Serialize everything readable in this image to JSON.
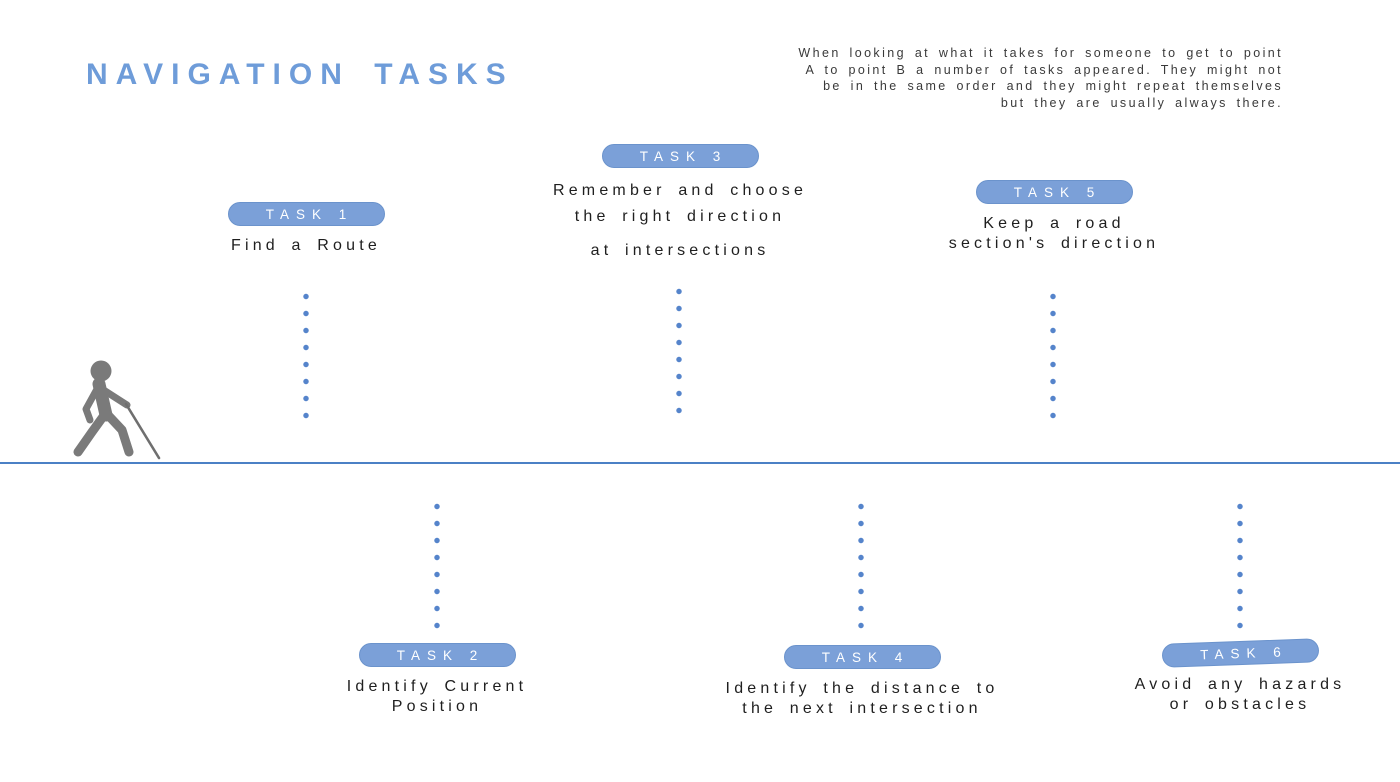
{
  "header": {
    "title": "NAVIGATION TASKS",
    "intro_lines": [
      "When looking at what it takes for someone to get to point",
      "A to point B a number of tasks appeared. They might not",
      "be in the same order and they might repeat themselves",
      "but they are usually always there."
    ]
  },
  "tasks": [
    {
      "label": "TASK 1",
      "lines": [
        "Find a Route"
      ]
    },
    {
      "label": "TASK 2",
      "lines": [
        "Identify Current",
        "Position"
      ]
    },
    {
      "label": "TASK 3",
      "lines": [
        "Remember and choose",
        "the right direction",
        "at intersections"
      ]
    },
    {
      "label": "TASK 4",
      "lines": [
        "Identify the distance to",
        "the next intersection"
      ]
    },
    {
      "label": "TASK 5",
      "lines": [
        "Keep a road",
        "section's direction"
      ]
    },
    {
      "label": "TASK 6",
      "lines": [
        "Avoid any hazards",
        "or obstacles"
      ]
    }
  ],
  "icons": {
    "person": "blind-pedestrian-with-cane-icon"
  },
  "colors": {
    "title_blue": "#6E9CD9",
    "pill_fill": "#7BA0D8",
    "pill_border": "#6B93CC",
    "dot_blue": "#5584CB",
    "divider_blue": "#4B80C5",
    "body_text": "#3A3A3A",
    "task_text": "#1F1F1F",
    "person_gray": "#7A7A7A",
    "background": "#FFFFFF"
  }
}
